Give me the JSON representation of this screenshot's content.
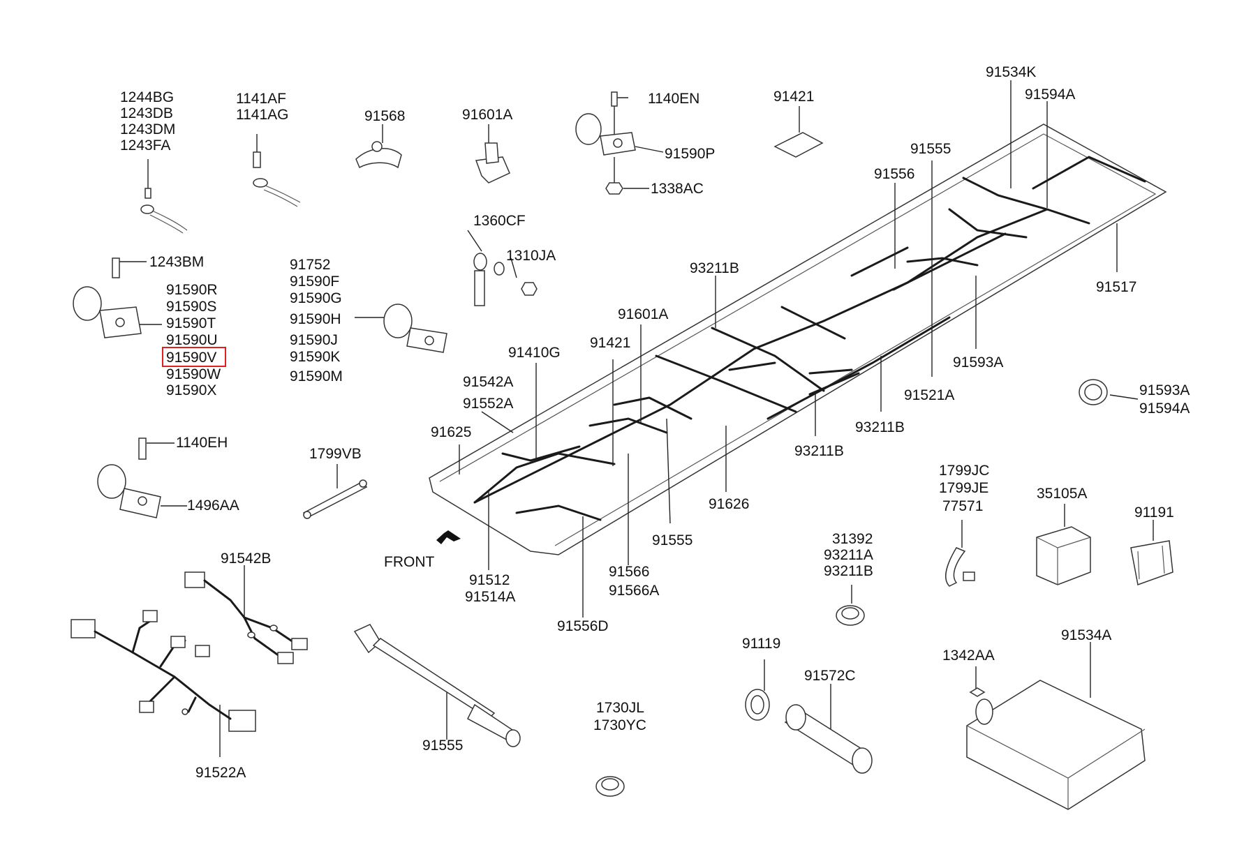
{
  "highlight_color": "#e0201c",
  "labels": [
    {
      "text": "1244BG"
    },
    {
      "text": "1243DB"
    },
    {
      "text": "1243DM"
    },
    {
      "text": "1243FA"
    },
    {
      "text": "1141AF"
    },
    {
      "text": "1141AG"
    },
    {
      "text": "91568"
    },
    {
      "text": "91601A"
    },
    {
      "text": "1140EN"
    },
    {
      "text": "91590P"
    },
    {
      "text": "1338AC"
    },
    {
      "text": "91421"
    },
    {
      "text": "91534K"
    },
    {
      "text": "91594A"
    },
    {
      "text": "91555"
    },
    {
      "text": "91556"
    },
    {
      "text": "1360CF"
    },
    {
      "text": "1310JA"
    },
    {
      "text": "1243BM"
    },
    {
      "text": "91590R"
    },
    {
      "text": "91590S"
    },
    {
      "text": "91590T"
    },
    {
      "text": "91590U"
    },
    {
      "text": "91590V"
    },
    {
      "text": "91590W"
    },
    {
      "text": "91590X"
    },
    {
      "text": "91752"
    },
    {
      "text": "91590F"
    },
    {
      "text": "91590G"
    },
    {
      "text": "91590H"
    },
    {
      "text": "91590J"
    },
    {
      "text": "91590K"
    },
    {
      "text": "91590M"
    },
    {
      "text": "93211B"
    },
    {
      "text": "91517"
    },
    {
      "text": "91601A"
    },
    {
      "text": "91410G"
    },
    {
      "text": "91421"
    },
    {
      "text": "91593A"
    },
    {
      "text": "91521A"
    },
    {
      "text": "91542A"
    },
    {
      "text": "91552A"
    },
    {
      "text": "91625"
    },
    {
      "text": "91593A"
    },
    {
      "text": "91594A"
    },
    {
      "text": "93211B"
    },
    {
      "text": "93211B"
    },
    {
      "text": "1140EH"
    },
    {
      "text": "1799VB"
    },
    {
      "text": "1496AA"
    },
    {
      "text": "91626"
    },
    {
      "text": "1799JC"
    },
    {
      "text": "1799JE"
    },
    {
      "text": "77571"
    },
    {
      "text": "35105A"
    },
    {
      "text": "91191"
    },
    {
      "text": "31392"
    },
    {
      "text": "93211A"
    },
    {
      "text": "93211B"
    },
    {
      "text": "91555"
    },
    {
      "text": "91566"
    },
    {
      "text": "91566A"
    },
    {
      "text": "FRONT"
    },
    {
      "text": "91512"
    },
    {
      "text": "91514A"
    },
    {
      "text": "91556D"
    },
    {
      "text": "91542B"
    },
    {
      "text": "91522A"
    },
    {
      "text": "91555"
    },
    {
      "text": "91119"
    },
    {
      "text": "91572C"
    },
    {
      "text": "1342AA"
    },
    {
      "text": "91534A"
    },
    {
      "text": "1730JL"
    },
    {
      "text": "1730YC"
    }
  ]
}
